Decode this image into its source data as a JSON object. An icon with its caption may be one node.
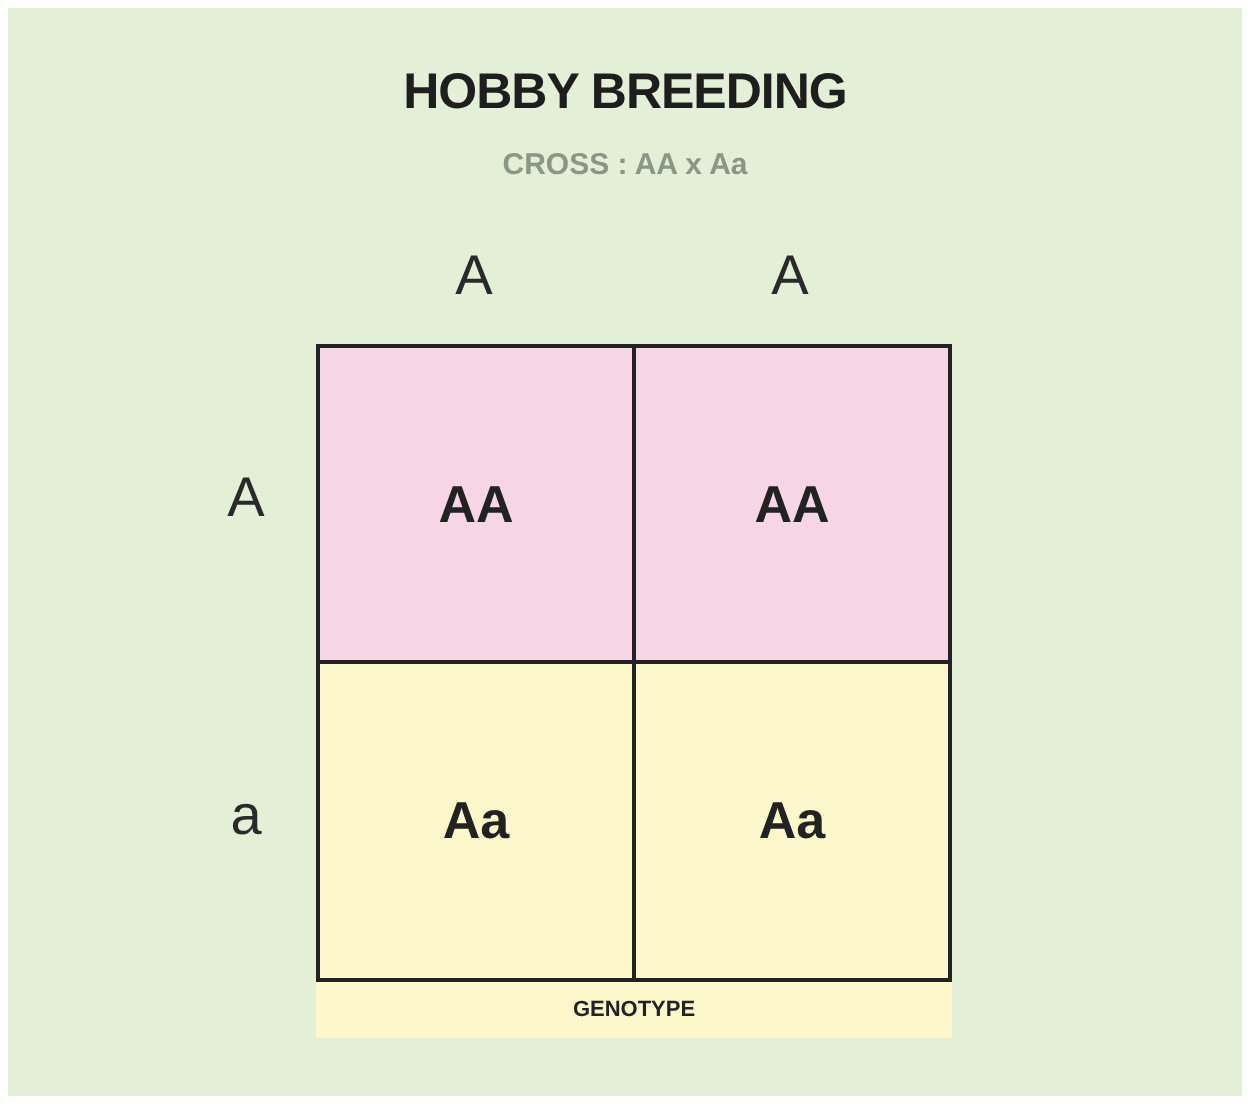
{
  "diagram": {
    "title": "HOBBY BREEDING",
    "nodes": [
      {
        "text": [
          "AA"
        ]
      },
      {
        "text": [
          "AA"
        ]
      },
      {
        "text": [
          "Aa"
        ]
      },
      {
        "text": [
          "Aa"
        ]
      },
      {
        "text": [
          "GENOTYPE"
        ]
      }
    ],
    "labels": [
      "CROSS : AA x Aa",
      "A",
      "A",
      "A",
      "a"
    ]
  }
}
